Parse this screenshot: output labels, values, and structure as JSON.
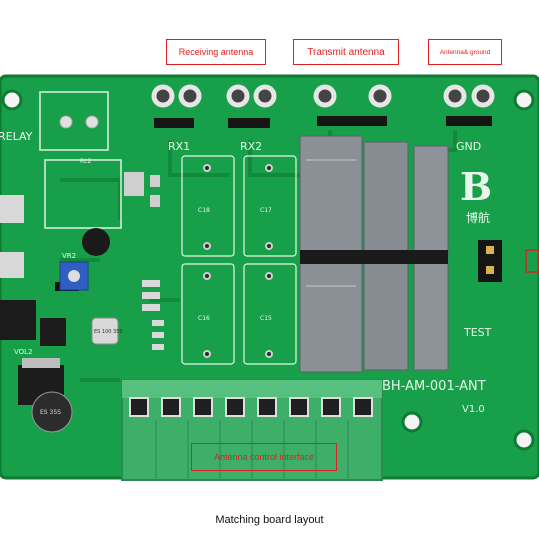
{
  "labels": {
    "receiving": "Receiving   antenna",
    "transmit": "Transmit antenna",
    "antenna_ground": "Antenna& ground",
    "control": "Antenna control interface"
  },
  "caption": "Matching board layout",
  "board": {
    "relay": "RELAY",
    "rx1": "RX1",
    "rx2": "RX2",
    "gnd": "GND",
    "test": "TEST",
    "model": "BH-AM-001-ANT",
    "version": "V1.0",
    "logo": "B",
    "logo_cn": "博航",
    "vr": "VR2",
    "vol": "VOL2",
    "rl": "RL2",
    "c18": "C18",
    "c17": "C17",
    "c16": "C16",
    "c15": "C15",
    "ecap": "ES 100 35S",
    "ecap2": "ES 35S"
  },
  "colors": {
    "pcb": "#18a048",
    "pcb_dark": "#0f7a34",
    "terminal": "#3fae6a",
    "callout": "#e02020"
  }
}
